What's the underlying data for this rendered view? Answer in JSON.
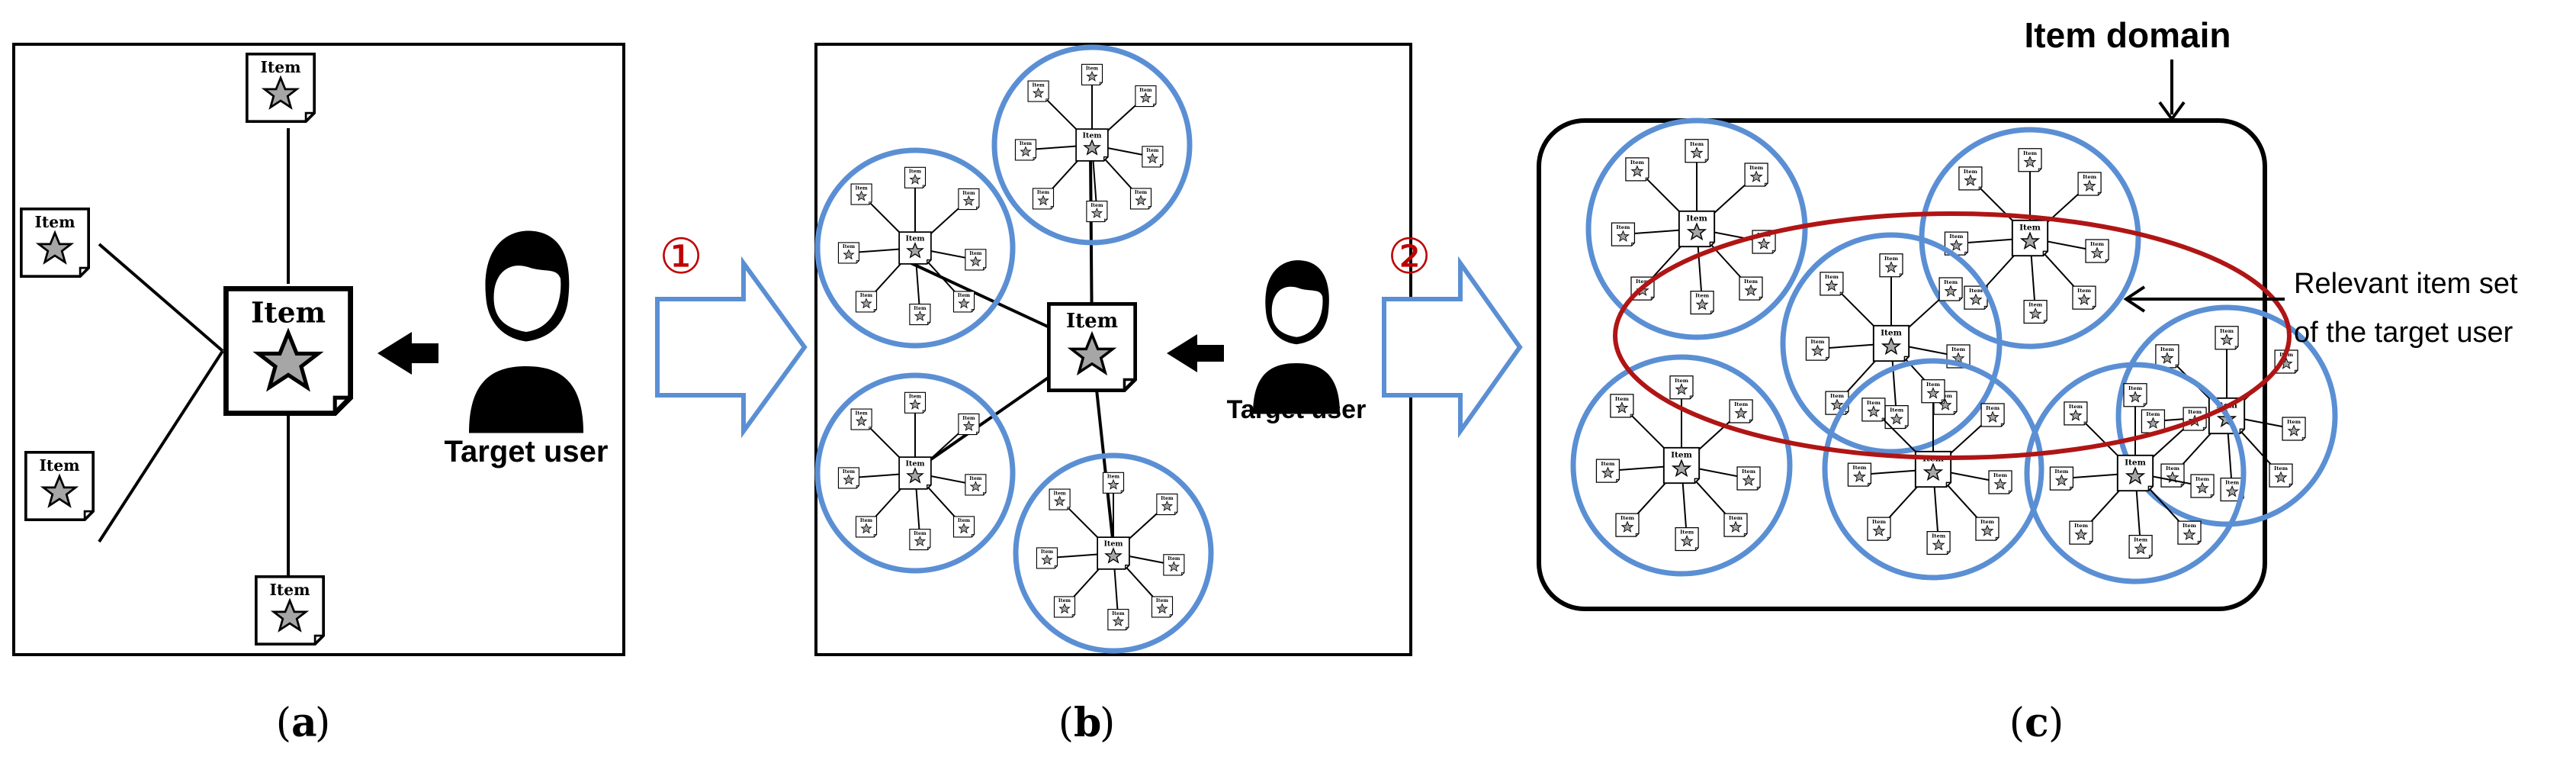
{
  "panel_a": {
    "caption_open": "(",
    "caption_letter": "a",
    "caption_close": ")",
    "item_label": "Item",
    "user_label": "Target user"
  },
  "panel_b": {
    "caption_open": "(",
    "caption_letter": "b",
    "caption_close": ")",
    "item_label": "Item",
    "user_label": "Target user"
  },
  "panel_c": {
    "caption_open": "(",
    "caption_letter": "c",
    "caption_close": ")",
    "item_label": "Item",
    "domain_label": "Item domain",
    "relevant_label_line1": "Relevant item set",
    "relevant_label_line2": "of the target user"
  },
  "steps": {
    "step1": "①",
    "step2": "②"
  },
  "colors": {
    "cluster": "#5b8fd4",
    "relevant": "#b01515",
    "arrow": "#5b8fd4",
    "star": "#a6a6a6",
    "step_number": "#c00000"
  },
  "icons": {
    "item": "document-star-icon",
    "user": "person-icon"
  }
}
